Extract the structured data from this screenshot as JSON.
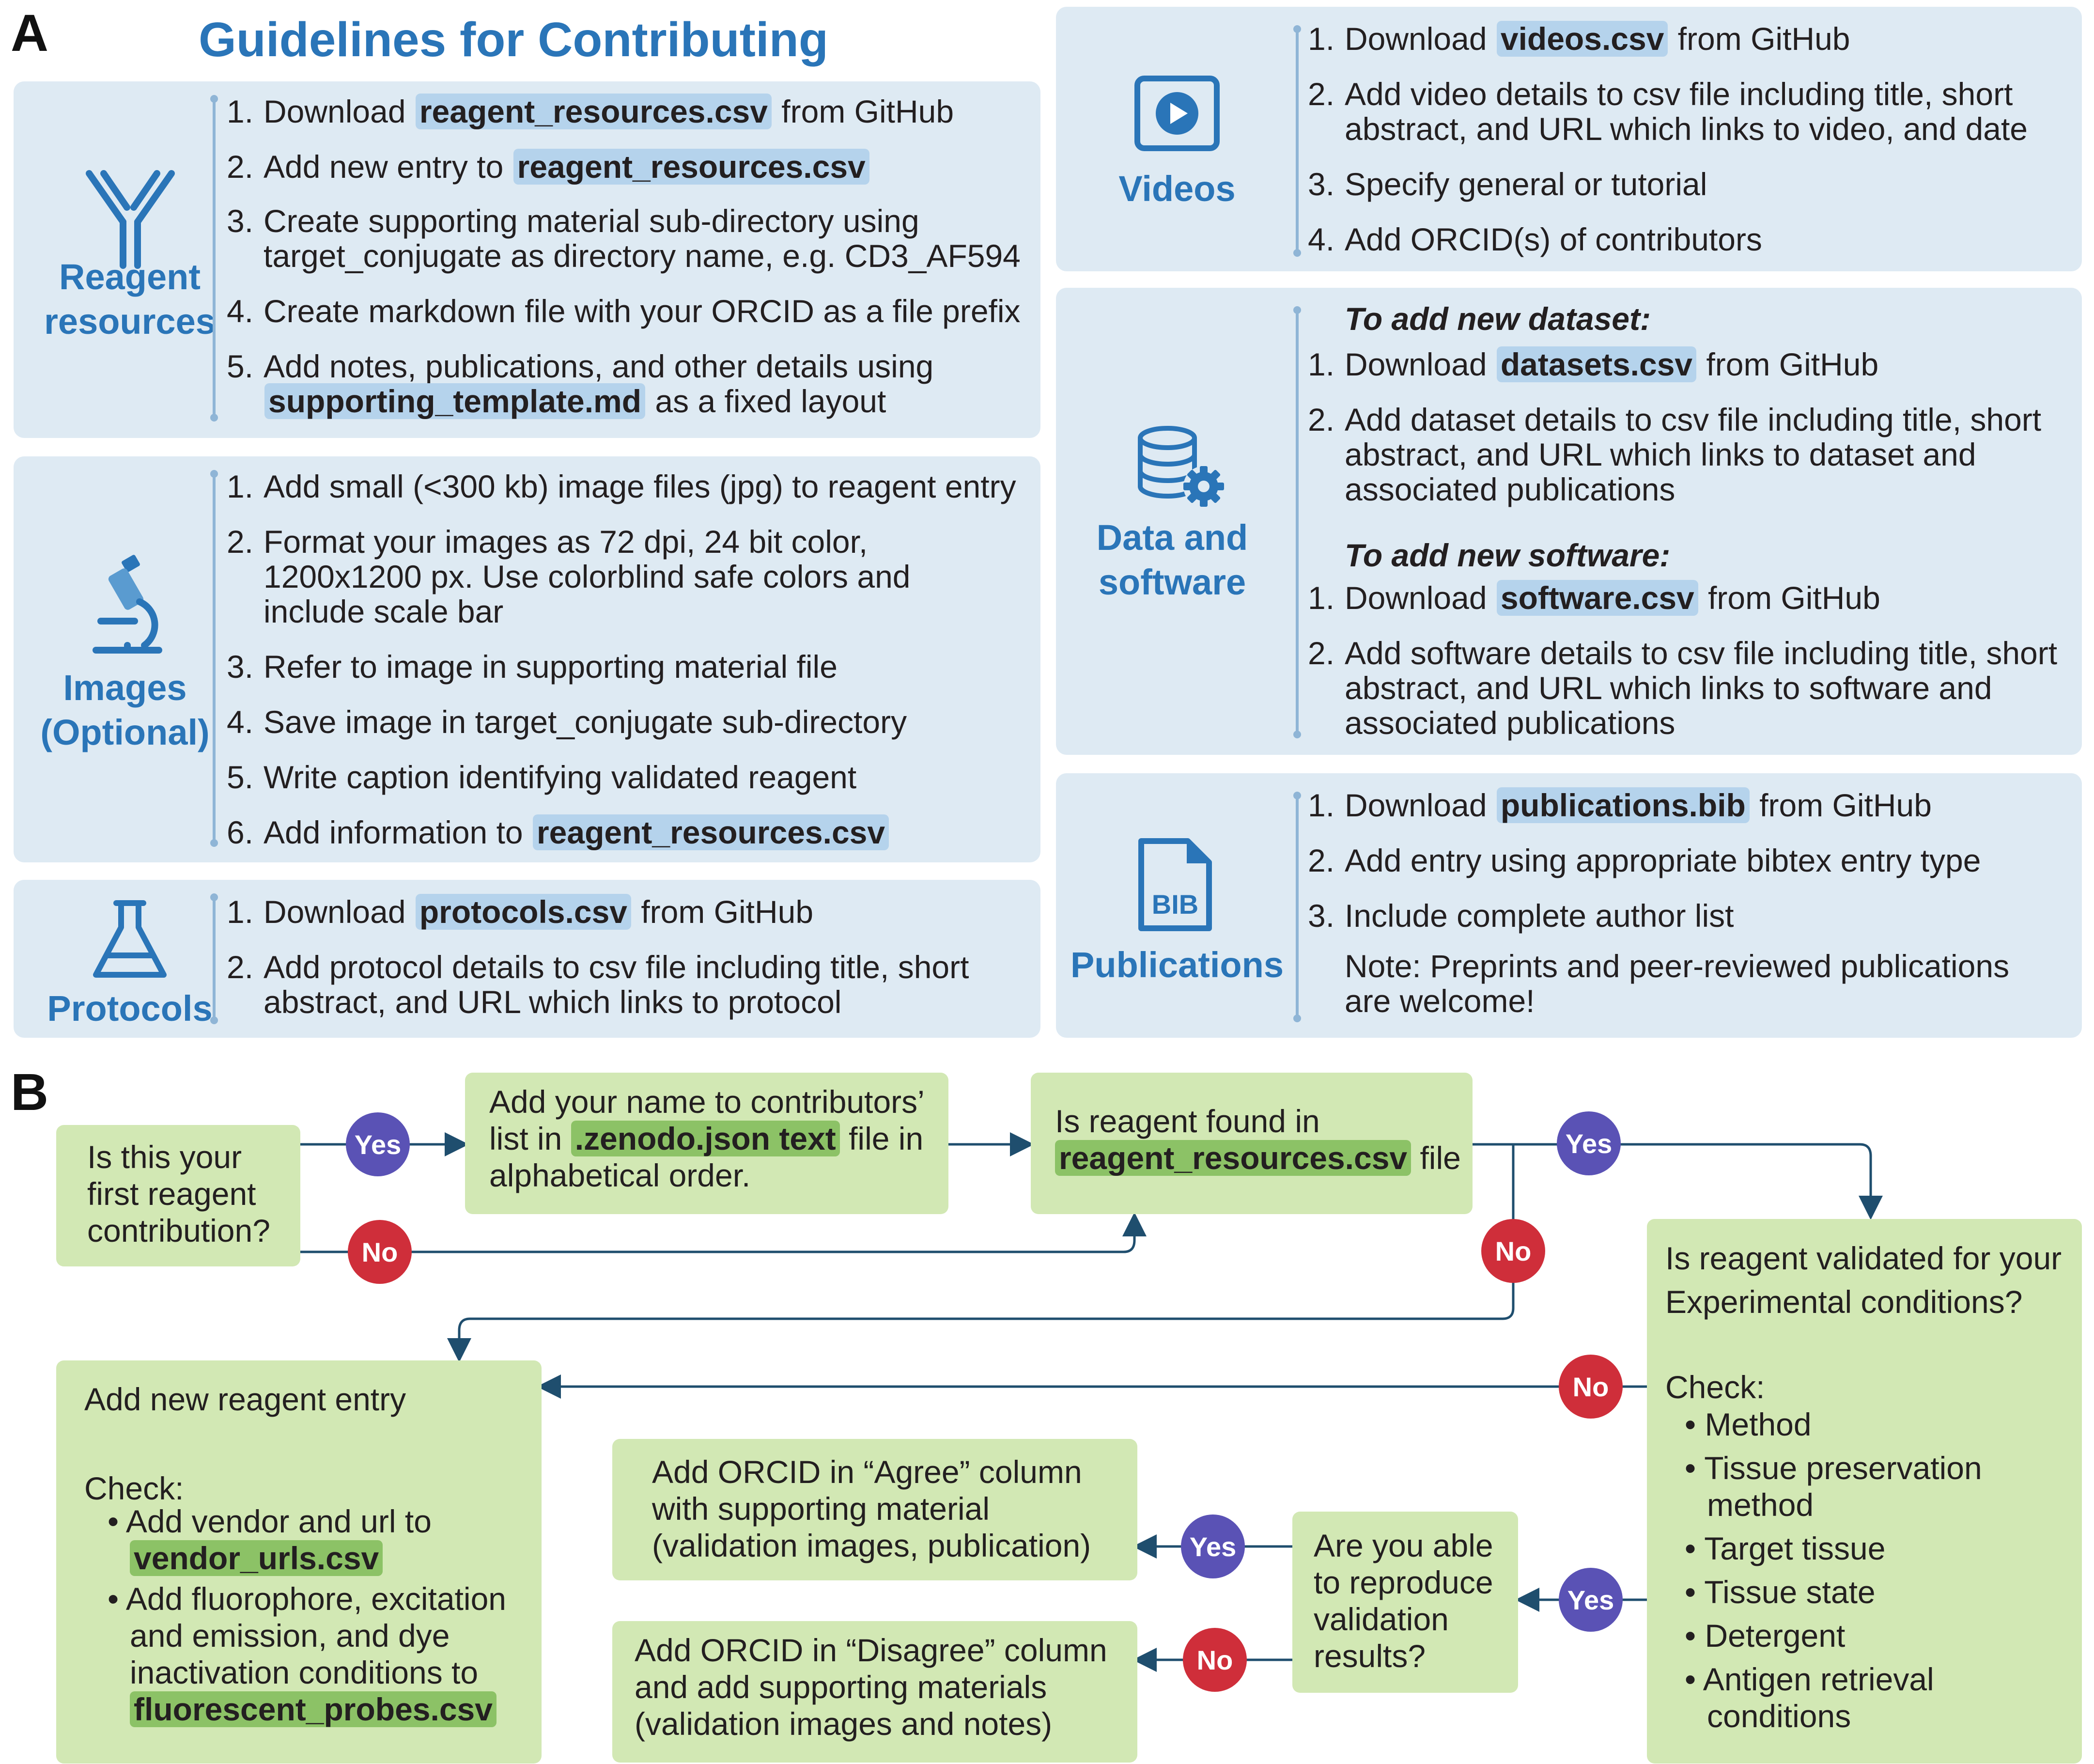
{
  "panelA": {
    "letter": "A",
    "title": "Guidelines for Contributing",
    "reagent": {
      "label1": "Reagent",
      "label2": "resources",
      "items": [
        {
          "num": "1.",
          "pre": "Download ",
          "hl": "reagent_resources.csv",
          "post": " from GitHub"
        },
        {
          "num": "2.",
          "pre": "Add new entry to ",
          "hl": "reagent_resources.csv"
        },
        {
          "num": "3.",
          "line1": "Create supporting material sub-directory using",
          "line2": "target_conjugate as directory name, e.g. CD3_AF594"
        },
        {
          "num": "4.",
          "text": "Create markdown file with your ORCID as a file prefix"
        },
        {
          "num": "5.",
          "line1": "Add notes, publications, and other details using",
          "hl": "supporting_template.md",
          "post": " as a fixed layout"
        }
      ]
    },
    "images": {
      "label1": "Images",
      "label2": "(Optional)",
      "items": [
        {
          "num": "1.",
          "text": "Add small (<300 kb) image files (jpg) to reagent entry"
        },
        {
          "num": "2.",
          "line1": "Format your images as 72 dpi, 24 bit color,",
          "line2": "1200x1200 px. Use colorblind safe colors and",
          "line3": "include scale bar"
        },
        {
          "num": "3.",
          "text": "Refer to image in supporting material file"
        },
        {
          "num": "4.",
          "text": "Save image in target_conjugate sub-directory"
        },
        {
          "num": "5.",
          "text": "Write caption identifying validated reagent"
        },
        {
          "num": "6.",
          "pre": "Add information to ",
          "hl": "reagent_resources.csv"
        }
      ]
    },
    "protocols": {
      "label": "Protocols",
      "items": [
        {
          "num": "1.",
          "pre": "Download ",
          "hl": "protocols.csv",
          "post": " from GitHub"
        },
        {
          "num": "2.",
          "line1": "Add protocol details to csv file including title, short",
          "line2": "abstract, and URL which links to protocol"
        }
      ]
    },
    "videos": {
      "label": "Videos",
      "items": [
        {
          "num": "1.",
          "pre": "Download ",
          "hl": "videos.csv",
          "post": " from GitHub"
        },
        {
          "num": "2.",
          "line1": "Add video details to csv file including title, short",
          "line2": "abstract, and URL which links to video, and date"
        },
        {
          "num": "3.",
          "text": "Specify general or tutorial"
        },
        {
          "num": "4.",
          "text": " Add ORCID(s) of contributors"
        }
      ]
    },
    "data": {
      "label1": "Data and",
      "label2": "software",
      "dataset_head": "To add new dataset:",
      "dataset_items": [
        {
          "num": "1.",
          "pre": "Download ",
          "hl": "datasets.csv",
          "post": " from GitHub"
        },
        {
          "num": "2.",
          "line1": "Add dataset details to csv file including title, short",
          "line2": "abstract, and URL which links to dataset and",
          "line3": "associated publications"
        }
      ],
      "software_head": "To add new software:",
      "software_items": [
        {
          "num": "1.",
          "pre": "Download ",
          "hl": "software.csv",
          "post": " from GitHub"
        },
        {
          "num": "2.",
          "line1": "Add software details to csv file including title, short",
          "line2": "abstract, and URL which links to software and",
          "line3": "associated publications"
        }
      ]
    },
    "publications": {
      "label": "Publications",
      "icon_text": "BIB",
      "items": [
        {
          "num": "1.",
          "pre": "Download ",
          "hl": "publications.bib",
          "post": " from GitHub"
        },
        {
          "num": "2.",
          "text": "Add entry using appropriate bibtex entry type"
        },
        {
          "num": "3.",
          "text": "Include complete author list"
        }
      ],
      "note1": "Note: Preprints and peer-reviewed publications",
      "note2": "are welcome!"
    }
  },
  "panelB": {
    "letter": "B",
    "first": {
      "l1": "Is this your",
      "l2": "first reagent",
      "l3": "contribution?"
    },
    "addname": {
      "l1": "Add your name to contributors’",
      "l2pre": "list in ",
      "l2hl": ".zenodo.json text",
      "l2post": " file in",
      "l3": "alphabetical order."
    },
    "found": {
      "l1": "Is reagent found in",
      "hl": "reagent_resources.csv",
      "post": " file"
    },
    "validated": {
      "l1": "Is reagent validated for your",
      "l2": "Experimental conditions?",
      "check": "Check:",
      "bullets": [
        "Method",
        "Tissue preservation|method",
        "Target tissue",
        "Tissue state",
        "Detergent",
        "Antigen retrieval|conditions"
      ]
    },
    "newentry": {
      "l1": "Add new reagent entry",
      "check": "Check:",
      "b1": "Add vendor and url to",
      "b1hl": "vendor_urls.csv",
      "b2a": "Add fluorophore, excitation",
      "b2b": "and emission, and dye",
      "b2c": "inactivation conditions to",
      "b2hl": "fluorescent_probes.csv"
    },
    "reproduce": {
      "l1": "Are you able",
      "l2": "to reproduce",
      "l3": "validation",
      "l4": "results?"
    },
    "agree": {
      "l1": "Add ORCID in “Agree” column",
      "l2": "with supporting material",
      "l3": "(validation images, publication)"
    },
    "disagree": {
      "l1": "Add ORCID in “Disagree” column",
      "l2": "and add supporting materials",
      "l3": "(validation images and notes)"
    },
    "yes": "Yes",
    "no": "No"
  },
  "colors": {
    "panel_bg": "#deeaf3",
    "accent_blue": "#2a75b8",
    "box_green": "#d2e8b4",
    "yes": "#5a52b5",
    "no": "#cf2e3a",
    "arrow": "#1f4e6e"
  }
}
